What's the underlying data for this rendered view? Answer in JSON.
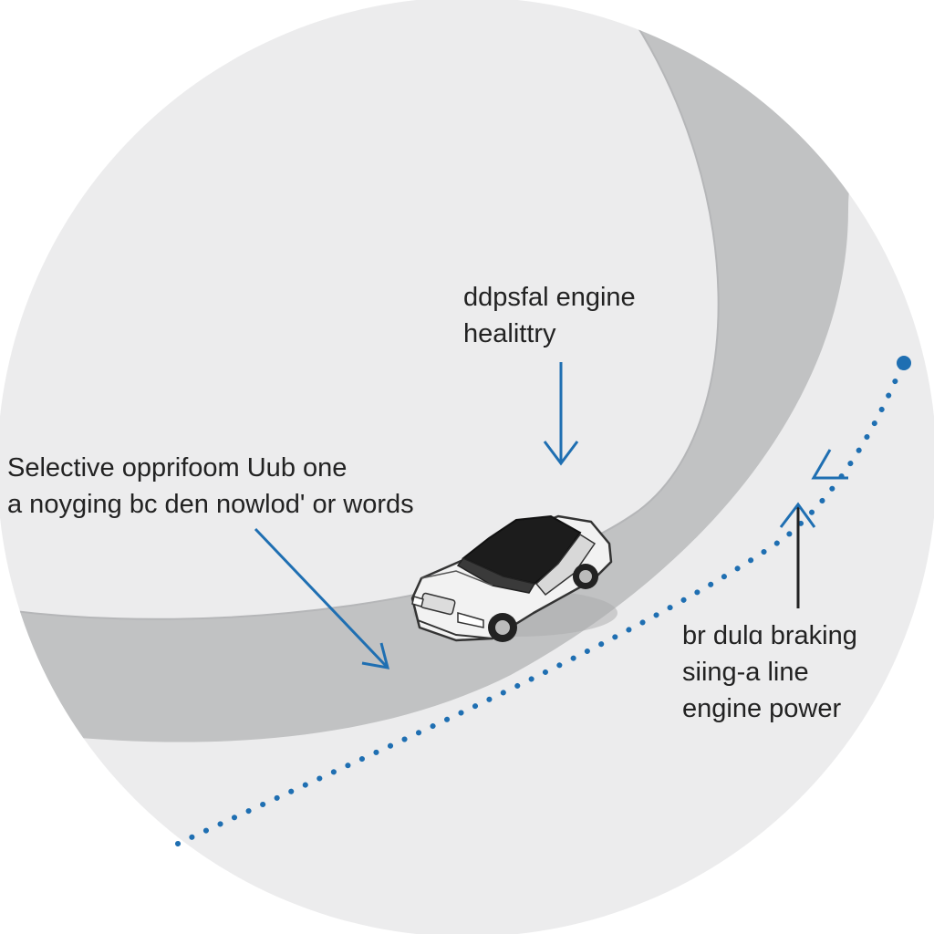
{
  "labels": {
    "top": [
      "ddpsfal engine",
      "healittry"
    ],
    "left": [
      "Selective opprifoom Uub one",
      "a noyging bc den nowlod' or words"
    ],
    "right": [
      "br dulɑ braking",
      "siing-a line",
      "engine power"
    ]
  },
  "colors": {
    "background": "#ffffff",
    "circle": "#ececed",
    "road": "#c1c2c3",
    "car_body": "#f2f2f2",
    "car_roof": "#1c1c1c",
    "accent": "#1f6fb2",
    "text": "#222222"
  },
  "icons": [
    "car-icon"
  ]
}
